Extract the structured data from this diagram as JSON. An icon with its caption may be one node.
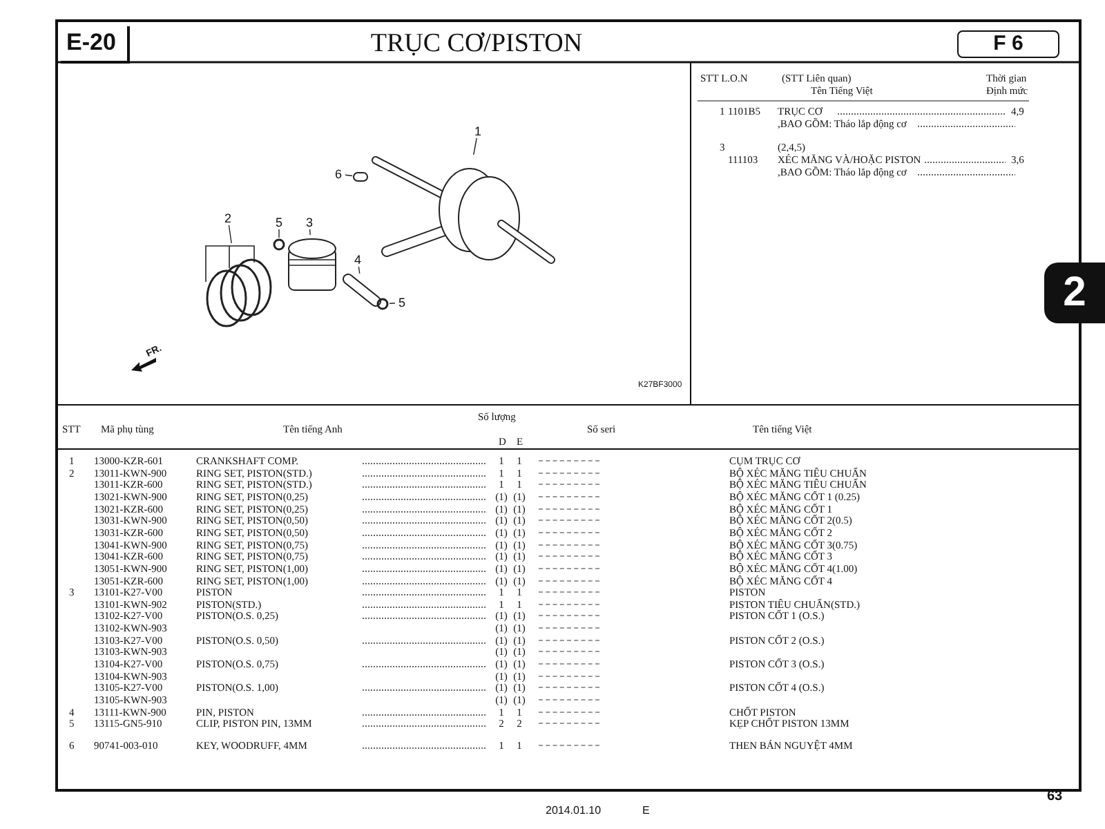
{
  "diagram": {
    "title": "TRỤC CƠ/PISTON",
    "nodes": [
      {
        "text": [
          "1"
        ]
      },
      {
        "text": [
          "6"
        ]
      },
      {
        "text": [
          "2"
        ]
      },
      {
        "text": [
          "5"
        ]
      },
      {
        "text": [
          "3"
        ]
      },
      {
        "text": [
          "4"
        ]
      },
      {
        "text": [
          "5"
        ]
      },
      {
        "text": [],
        "shape": "picture"
      },
      {
        "text": [],
        "shape": "box"
      },
      {
        "text": [],
        "shape": "picture"
      },
      {
        "text": [],
        "shape": "circle"
      },
      {
        "text": [],
        "shape": "picture"
      },
      {
        "text": [],
        "shape": "picture"
      },
      {
        "text": [],
        "shape": "circle"
      }
    ],
    "edges": [
      {
        "from": 0,
        "to": 7,
        "arrow": "none"
      },
      {
        "from": 1,
        "to": 8,
        "arrow": "none"
      },
      {
        "from": 2,
        "to": 9,
        "arrow": "none"
      },
      {
        "from": 3,
        "to": 10,
        "arrow": "none"
      },
      {
        "from": 4,
        "to": 11,
        "arrow": "none"
      },
      {
        "from": 5,
        "to": 12,
        "arrow": "none"
      },
      {
        "from": 6,
        "to": 13,
        "arrow": "none"
      }
    ],
    "labels": [
      "E-20",
      "F 6",
      "2",
      "FR.",
      "K27BF3000",
      "STT L.O.N",
      "(STT Liên quan)",
      "Thời gian",
      "Tên Tiếng Việt",
      "Định mức",
      "1",
      "1101B5",
      "TRỤC CƠ",
      "4,9",
      ",BAO GỒM: Tháo lắp động cơ",
      "3",
      "(2,4,5)",
      "111103",
      "XÉC MĂNG VÀ/HOẶC PISTON",
      "3,6",
      ",BAO GỒM: Tháo lắp động cơ",
      "STT",
      "Mã phụ tùng",
      "Tên tiếng Anh",
      "Số lượng",
      "D",
      "E",
      "Số seri",
      "Tên tiếng Việt",
      "1",
      "13000-KZR-601",
      "CRANKSHAFT COMP.",
      "1",
      "1",
      "CỤM TRỤC CƠ",
      "2",
      "13011-KWN-900",
      "RING SET, PISTON(STD.)",
      "1",
      "1",
      "BỘ XÉC MĂNG TIÊU CHUẨN",
      "13011-KZR-600",
      "RING SET, PISTON(STD.)",
      "1",
      "1",
      "BỘ XÉC MĂNG TIÊU CHUẨN",
      "13021-KWN-900",
      "RING SET, PISTON(0,25)",
      "(1)",
      "(1)",
      "BỘ XÉC MĂNG CỐT 1 (0.25)",
      "13021-KZR-600",
      "RING SET, PISTON(0,25)",
      "(1)",
      "(1)",
      "BỘ XÉC MĂNG CỐT 1",
      "13031-KWN-900",
      "RING SET, PISTON(0,50)",
      "(1)",
      "(1)",
      "BỘ XÉC MĂNG CỐT 2(0.5)",
      "13031-KZR-600",
      "RING SET, PISTON(0,50)",
      "(1)",
      "(1)",
      "BỘ XÉC MĂNG CỐT 2",
      "13041-KWN-900",
      "RING SET, PISTON(0,75)",
      "(1)",
      "(1)",
      "BỘ XÉC MĂNG CỐT 3(0.75)",
      "13041-KZR-600",
      "RING SET, PISTON(0,75)",
      "(1)",
      "(1)",
      "BỘ XÉC MĂNG CỐT 3",
      "13051-KWN-900",
      "RING SET, PISTON(1,00)",
      "(1)",
      "(1)",
      "BỘ XÉC MĂNG CỐT 4(1.00)",
      "13051-KZR-600",
      "RING SET, PISTON(1,00)",
      "(1)",
      "(1)",
      "BỘ XÉC MĂNG CỐT 4",
      "3",
      "13101-K27-V00",
      "PISTON",
      "1",
      "1",
      "PISTON",
      "13101-KWN-902",
      "PISTON(STD.)",
      "1",
      "1",
      "PISTON TIÊU CHUẨN(STD.)",
      "13102-K27-V00",
      "PISTON(O.S. 0,25)",
      "(1)",
      "(1)",
      "PISTON CỐT 1 (O.S.)",
      "13102-KWN-903",
      "(1)",
      "(1)",
      "13103-K27-V00",
      "PISTON(O.S. 0,50)",
      "(1)",
      "(1)",
      "PISTON CỐT 2 (O.S.)",
      "13103-KWN-903",
      "(1)",
      "(1)",
      "13104-K27-V00",
      "PISTON(O.S. 0,75)",
      "(1)",
      "(1)",
      "PISTON CỐT 3 (O.S.)",
      "13104-KWN-903",
      "(1)",
      "(1)",
      "13105-K27-V00",
      "PISTON(O.S. 1,00)",
      "(1)",
      "(1)",
      "PISTON CỐT 4 (O.S.)",
      "13105-KWN-903",
      "(1)",
      "(1)",
      "4",
      "13111-KWN-900",
      "PIN, PISTON",
      "1",
      "1",
      "CHỐT PISTON",
      "5",
      "13115-GN5-910",
      "CLIP, PISTON PIN, 13MM",
      "2",
      "2",
      "KẸP CHỐT PISTON 13MM",
      "6",
      "90741-003-010",
      "KEY, WOODRUFF, 4MM",
      "1",
      "1",
      "THEN BÁN NGUYỆT 4MM",
      "2014.01.10",
      "E",
      "63"
    ]
  }
}
